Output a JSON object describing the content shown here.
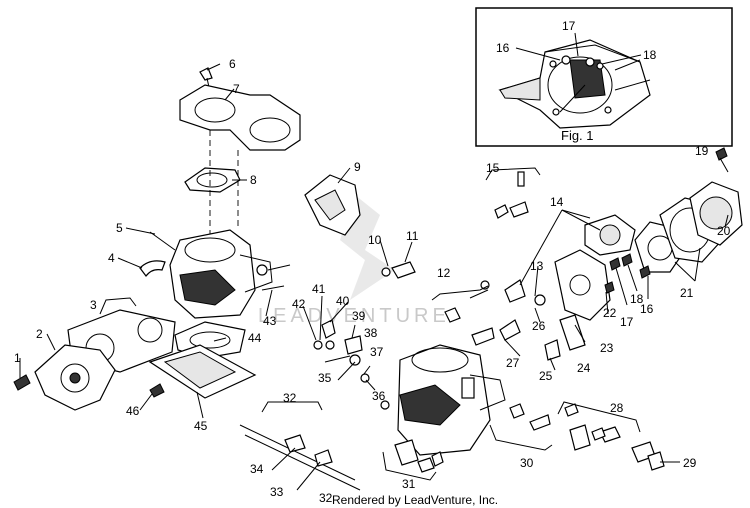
{
  "inset": {
    "caption": "Fig. 1",
    "callouts": [
      "16",
      "17",
      "18"
    ]
  },
  "callouts": [
    "1",
    "2",
    "3",
    "4",
    "5",
    "6",
    "7",
    "8",
    "9",
    "10",
    "11",
    "12",
    "13",
    "14",
    "15",
    "16",
    "17",
    "18",
    "19",
    "20",
    "21",
    "22",
    "23",
    "24",
    "25",
    "26",
    "27",
    "28",
    "29",
    "30",
    "31",
    "32",
    "32",
    "33",
    "34",
    "35",
    "36",
    "37",
    "38",
    "39",
    "40",
    "41",
    "42",
    "43",
    "44",
    "45",
    "46"
  ],
  "footer": "Rendered by LeadVenture, Inc.",
  "watermark": "LEADVENTURE"
}
